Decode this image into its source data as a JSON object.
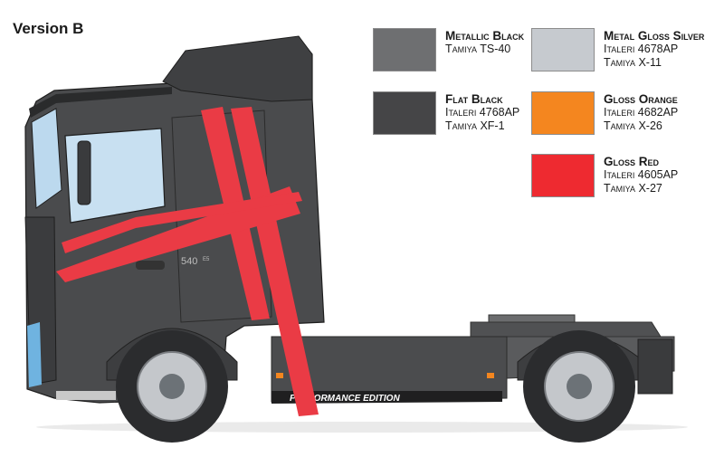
{
  "title": "Version B",
  "truck_graphics": {
    "edition_text": "PERFORMANCE EDITION",
    "model_badge": "540",
    "model_badge_suffix": "E5"
  },
  "colors": [
    {
      "name": "Metallic Black",
      "line1": "Tamiya TS-40",
      "line2": "",
      "hex": "#6e6f71"
    },
    {
      "name": "Flat Black",
      "line1": "Italeri 4768AP",
      "line2": "Tamiya XF-1",
      "hex": "#454547"
    },
    {
      "name": "Metal Gloss Silver",
      "line1": "Italeri 4678AP",
      "line2": "Tamiya X-11",
      "hex": "#c6cacf"
    },
    {
      "name": "Gloss Orange",
      "line1": "Italeri 4682AP",
      "line2": "Tamiya X-26",
      "hex": "#f4861f"
    },
    {
      "name": "Gloss Red",
      "line1": "Italeri 4605AP",
      "line2": "Tamiya X-27",
      "hex": "#ee2a30"
    }
  ]
}
